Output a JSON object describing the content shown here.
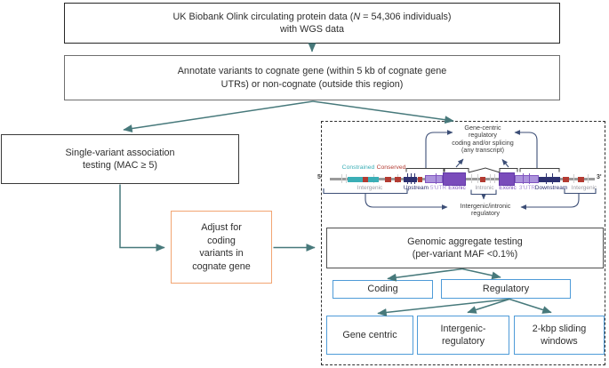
{
  "flow": {
    "box1": {
      "l1a": "UK Biobank Olink circulating protein data (",
      "l1b": "N",
      "l1c": " = 54,306 individuals)",
      "l2": "with WGS data"
    },
    "box2": {
      "l1": "Annotate variants to cognate gene (within 5 kb of cognate gene",
      "l2": "UTRs) or non-cognate (outside this region)"
    },
    "single_variant": {
      "l1": "Single-variant association",
      "l2": "testing (MAC ≥ 5)"
    },
    "adjust": {
      "l1": "Adjust for",
      "l2": "coding",
      "l3": "variants in",
      "l4": "cognate gene"
    },
    "aggregate": {
      "l1": "Genomic aggregate testing",
      "l2": "(per-variant MAF <0.1%)"
    },
    "coding": "Coding",
    "regulatory": "Regulatory",
    "gene_centric": "Gene centric",
    "intergenic_reg": {
      "l1": "Intergenic-",
      "l2": "regulatory"
    },
    "sliding": {
      "l1": "2-kbp sliding",
      "l2": "windows"
    }
  },
  "gene": {
    "five_prime": "5'",
    "three_prime": "3'",
    "constrained": "Constrained",
    "conserved": "Conserved",
    "track_labels": [
      "Intergenic",
      "Upstream",
      "5'UTR",
      "Exonic",
      "Intronic",
      "Exonic",
      "3'UTR",
      "Downstream",
      "Intergenic"
    ],
    "top_annotation": {
      "l1": "Gene-centric",
      "l2": "regulatory",
      "l3": "coding and/or splicing",
      "l4": "(any transcript)"
    },
    "bottom_annotation": {
      "l1": "Intergenic/intronic",
      "l2": "regulatory"
    }
  },
  "colors": {
    "flow_arrow_teal": "#47797B",
    "adjust_orange": "#F2A572",
    "aggregate_blue": "#4E9BD8",
    "exon_purple": "#7A4CBB",
    "utr_purple": "#A78FD5",
    "gene_navy": "#2D3170",
    "conserved_red": "#B33B32",
    "constrained_teal": "#3BAEB6",
    "diagram_arrow_navy": "#3C4E76",
    "track_gray": "#9a9a9a"
  }
}
